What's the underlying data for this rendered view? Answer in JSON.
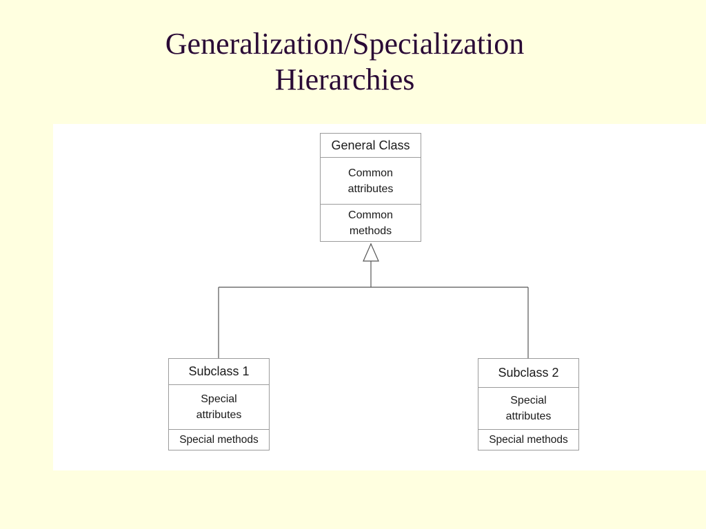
{
  "title": {
    "line1": "Generalization/Specialization",
    "line2": "Hierarchies"
  },
  "general_class": {
    "name": "General Class",
    "attributes": "Common\nattributes",
    "methods": "Common\nmethods"
  },
  "subclasses": [
    {
      "name": "Subclass 1",
      "attributes": "Special\nattributes",
      "methods": "Special methods"
    },
    {
      "name": "Subclass 2",
      "attributes": "Special\nattributes",
      "methods": "Special methods"
    }
  ],
  "colors": {
    "slide_background": "#FFFFE0",
    "title_text": "#2A0A36",
    "panel_background": "#FFFFFF",
    "line": "#555555",
    "box_border": "#9A9A9A"
  }
}
